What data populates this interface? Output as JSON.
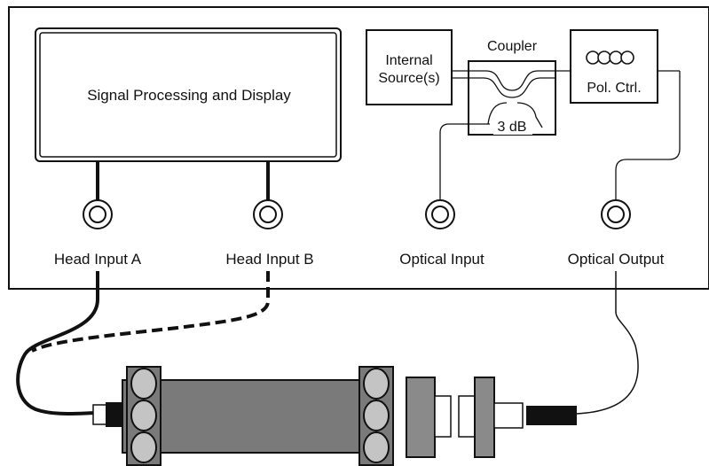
{
  "instrument": {
    "display_label": "Signal Processing and Display",
    "source_label_line1": "Internal",
    "source_label_line2": "Source(s)",
    "coupler_title": "Coupler",
    "coupler_ratio": "3 dB",
    "polarization_label": "Pol. Ctrl."
  },
  "ports": [
    {
      "label": "Head Input A"
    },
    {
      "label": "Head Input B"
    },
    {
      "label": "Optical Input"
    },
    {
      "label": "Optical Output"
    }
  ],
  "colors": {
    "line": "#111111",
    "module_body": "#7a7a7a",
    "roller": "#c4c4c4",
    "connector": "#8a8a8a",
    "panel": "#ffffff"
  }
}
